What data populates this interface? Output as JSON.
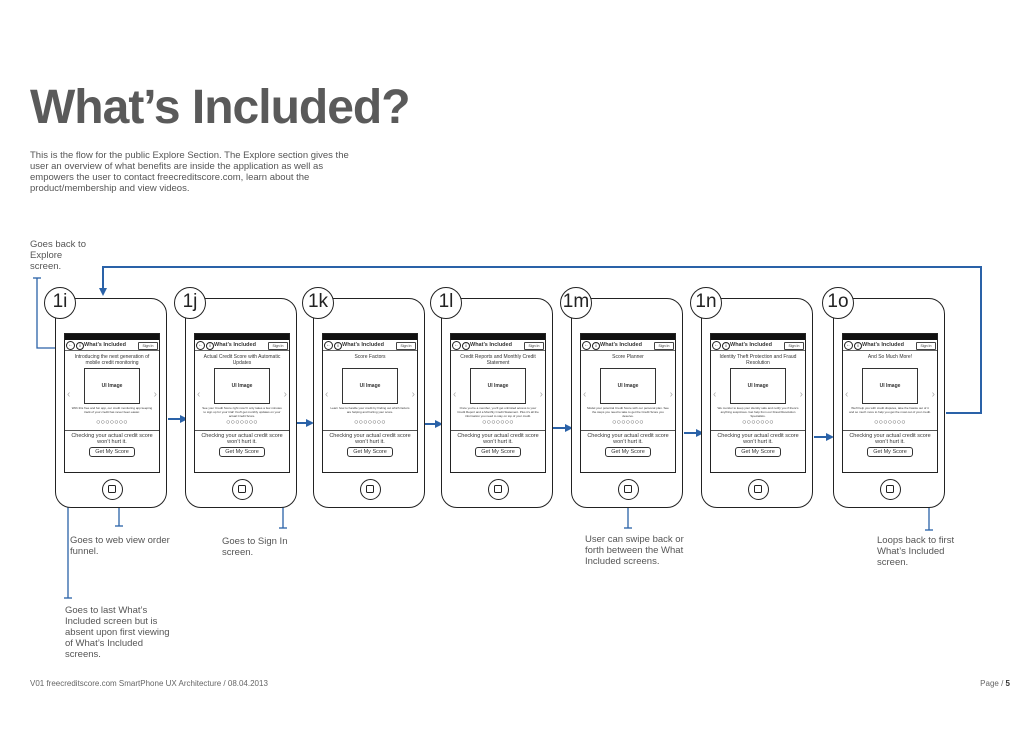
{
  "page": {
    "title": "What’s Included?",
    "intro": "This is the flow for the public Explore Section. The Explore section gives the user an overview of what benefits are inside the application as well as empowers the user to contact freecreditscore.com, learn about the product/membership and view videos."
  },
  "annotations": {
    "goes_back": "Goes back to Explore screen.",
    "web_view": "Goes to web view order funnel.",
    "last_screen": "Goes to last What’s Included screen but is absent upon first viewing of What’s Included screens.",
    "sign_in": "Goes to Sign In screen.",
    "swipe": "User can swipe back or forth between the What Included screens.",
    "loops": "Loops back to first What’s Included screen."
  },
  "screen_common": {
    "nav_title": "What’s Included",
    "sign_in": "Sign In",
    "ui_image": "UI Image",
    "check_text": "Checking your actual credit score won’t hurt it.",
    "button": "Get My Score",
    "dots": "○○○○○○○"
  },
  "screens": [
    {
      "id": "1i",
      "heading": "Introducing the next generation of mobile credit monitoring",
      "desc": "With this free and fun app, our credit monitoring app keeping track of your credit has never been easier."
    },
    {
      "id": "1j",
      "heading": "Actual Credit Score with Automatic Updates",
      "desc": "See your Credit Score right now! It only takes a few minutes to sign up for your trial! You'll get monthly updates on your actual Credit Score."
    },
    {
      "id": "1k",
      "heading": "Score Factors",
      "desc": "Learn how to handle your credit by finding out which factors are helping and hurting your score."
    },
    {
      "id": "1l",
      "heading": "Credit Reports and Monthly Credit Statement",
      "desc": "Once you're a member, you'll get unlimited access to your Credit Report and a Monthly Credit Statement. Plus it's all the information you need to stay on top of your credit."
    },
    {
      "id": "1m",
      "heading": "Score Planner",
      "desc": "Model your potential Credit Score with our personal plan. See the steps you need to take to get the Credit Score you deserve."
    },
    {
      "id": "1n",
      "heading": "Identity Theft Protection and Fraud Resolution",
      "desc": "We monitor to keep your identity safe and notify you if there's anything suspicious. Get help from our Fraud Resolution Specialists."
    },
    {
      "id": "1o",
      "heading": "And So Much More!",
      "desc": "We'll help you with credit disputes, take the hassle out of it and so much more to help you get the most out of your credit."
    }
  ],
  "footer": {
    "left": "V01 freecreditscore.com SmartPhone UX Architecture / 08.04.2013",
    "page_label": "Page /",
    "page_number": "5"
  },
  "colors": {
    "connector": "#2a62a8",
    "outline": "#222222",
    "title": "#5a5a5a"
  }
}
